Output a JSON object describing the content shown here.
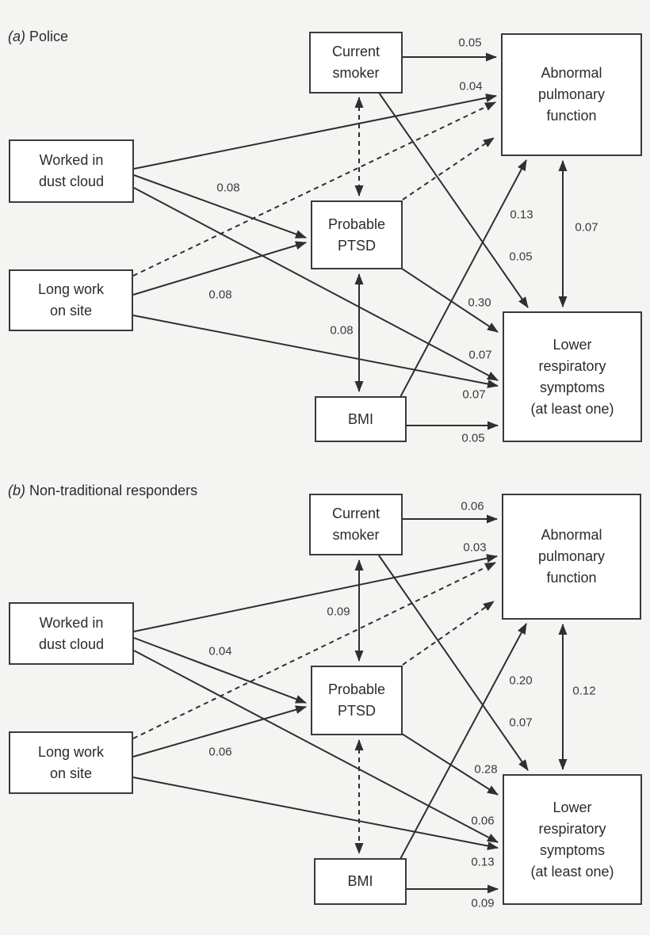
{
  "figure": {
    "panels": [
      {
        "label": "(a)",
        "title": "Police",
        "nodes": {
          "current_smoker": "Current\nsmoker",
          "abnormal_pulmonary_function": "Abnormal\npulmonary\nfunction",
          "worked_in_dust_cloud": "Worked in\ndust cloud",
          "probable_ptsd": "Probable\nPTSD",
          "long_work_on_site": "Long work\non site",
          "bmi": "BMI",
          "lower_respiratory_symptoms": "Lower\nrespiratory\nsymptoms\n(at least one)"
        },
        "coefficients": {
          "smoker_to_apf": "0.05",
          "worked_to_apf": "0.04",
          "worked_to_ptsd": "0.08",
          "long_to_ptsd": "0.08",
          "ptsd_bmi_covariance": "0.08",
          "bmi_to_apf": "0.13",
          "smoker_to_lrs": "0.05",
          "ptsd_to_lrs": "0.30",
          "apf_lrs_covariance": "0.07",
          "worked_to_lrs": "0.07",
          "long_to_lrs": "0.07",
          "bmi_to_lrs": "0.05"
        }
      },
      {
        "label": "(b)",
        "title": "Non-traditional responders",
        "nodes": {
          "current_smoker": "Current\nsmoker",
          "abnormal_pulmonary_function": "Abnormal\npulmonary\nfunction",
          "worked_in_dust_cloud": "Worked in\ndust cloud",
          "probable_ptsd": "Probable\nPTSD",
          "long_work_on_site": "Long work\non site",
          "bmi": "BMI",
          "lower_respiratory_symptoms": "Lower\nrespiratory\nsymptoms\n(at least one)"
        },
        "coefficients": {
          "smoker_to_apf": "0.06",
          "worked_to_apf": "0.03",
          "worked_to_ptsd": "0.04",
          "long_to_ptsd": "0.06",
          "smoker_ptsd_covariance": "0.09",
          "bmi_to_apf": "0.20",
          "smoker_to_lrs": "0.07",
          "ptsd_to_lrs": "0.28",
          "apf_lrs_covariance": "0.12",
          "worked_to_lrs": "0.06",
          "long_to_lrs": "0.13",
          "bmi_to_lrs": "0.09"
        }
      }
    ]
  }
}
